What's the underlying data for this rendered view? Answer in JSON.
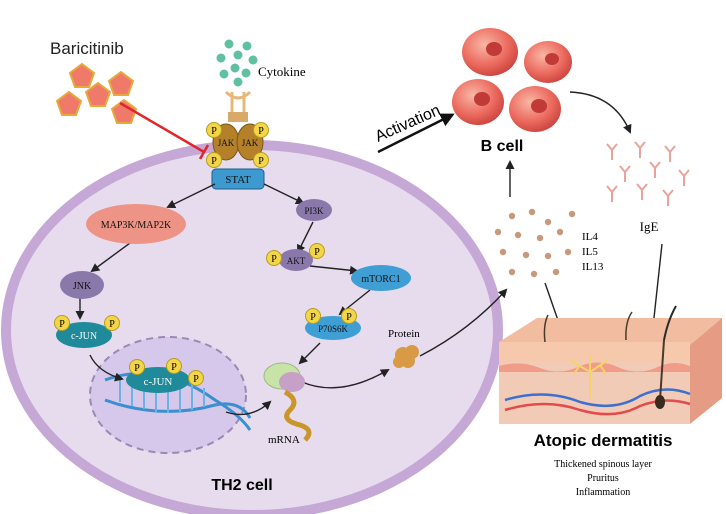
{
  "drug": {
    "name": "Baricitinib"
  },
  "cytokine": {
    "label": "Cytokine"
  },
  "receptor": {
    "jak_left": "JAK",
    "jak_right": "JAK",
    "p": "P"
  },
  "pathway": {
    "stat": "STAT",
    "map3k": "MAP3K/MAP2K",
    "pi3k": "PI3K",
    "jnk": "JNK",
    "akt": "AKT",
    "mtorc1": "mTORC1",
    "cjun": "c-JUN",
    "p70s6k": "P70S6K",
    "nucleus_cjun": "c-JUN",
    "mrna": "mRNA",
    "protein": "Protein"
  },
  "cell": {
    "label": "TH2 cell"
  },
  "activation": {
    "label": "Activation"
  },
  "bcell": {
    "label": "B cell"
  },
  "ige": {
    "label": "IgE"
  },
  "interleukins": {
    "il4": "IL4",
    "il5": "IL5",
    "il13": "IL13"
  },
  "disease": {
    "title": "Atopic dermatitis",
    "symptoms": [
      "Thickened spinous layer",
      "Pruritus",
      "Inflammation"
    ]
  },
  "colors": {
    "cell_fill": "#e7dcee",
    "cell_border": "#c6a8d6",
    "phospho": "#f3d548",
    "stat": "#3d9ad1",
    "map3k": "#ee9486",
    "purple_node": "#8a78ab",
    "teal_node": "#1f8a99",
    "blue_node": "#3f9ed4",
    "inhibit": "#e0262b",
    "drug": "#f07a6a",
    "cytokine": "#5fc1a0",
    "bcell": "#e95e56"
  }
}
